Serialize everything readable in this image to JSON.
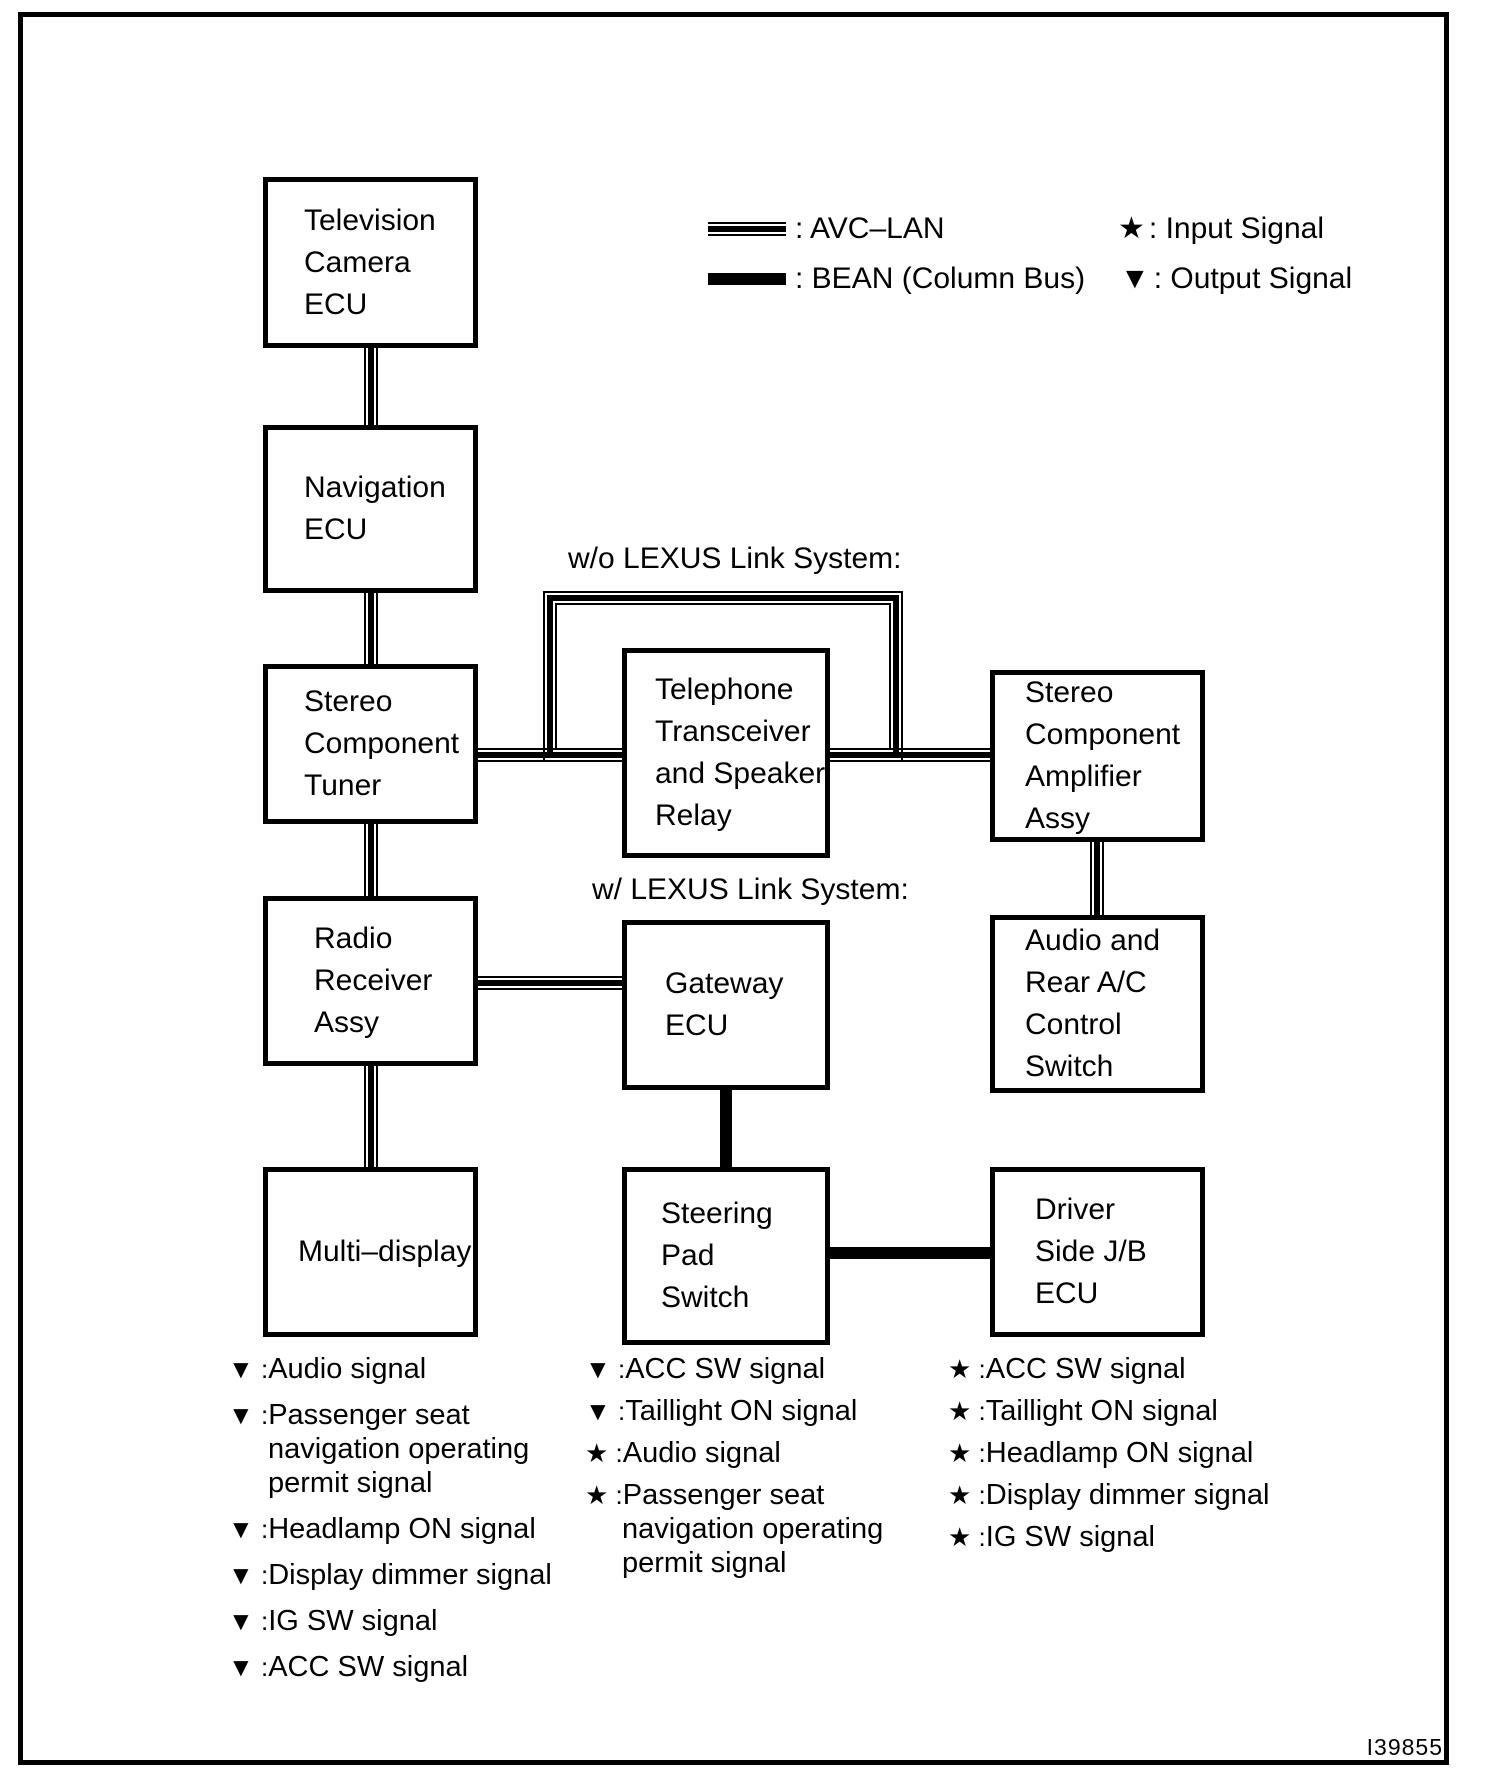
{
  "legend": {
    "avc_label": ": AVC–LAN",
    "bean_label": ": BEAN (Column Bus)",
    "input_icon": "★",
    "input_label": ": Input Signal",
    "output_icon": "▼",
    "output_label": ": Output Signal"
  },
  "annotations": {
    "without_lexus": "w/o LEXUS Link System:",
    "with_lexus": "w/ LEXUS Link System:"
  },
  "boxes": {
    "tv_camera": {
      "lines": [
        "Television",
        "Camera",
        "ECU"
      ]
    },
    "navigation": {
      "lines": [
        "Navigation",
        "ECU"
      ]
    },
    "tuner": {
      "lines": [
        "Stereo",
        "Component",
        "Tuner"
      ]
    },
    "telephone": {
      "lines": [
        "Telephone",
        "Transceiver",
        "and Speaker",
        "Relay"
      ]
    },
    "amplifier": {
      "lines": [
        "Stereo",
        "Component",
        "Amplifier",
        "Assy"
      ]
    },
    "radio": {
      "lines": [
        "Radio",
        "Receiver",
        "Assy"
      ]
    },
    "gateway": {
      "lines": [
        "Gateway",
        "ECU"
      ]
    },
    "audio_rear_ac": {
      "lines": [
        "Audio and",
        "Rear A/C",
        "Control",
        "Switch"
      ]
    },
    "multi_display": {
      "lines": [
        "Multi–display"
      ]
    },
    "steering": {
      "lines": [
        "Steering",
        "Pad",
        "Switch"
      ]
    },
    "driver_jb": {
      "lines": [
        "Driver",
        "Side J/B",
        "ECU"
      ]
    }
  },
  "signals": {
    "left": [
      {
        "marker": "▼ :",
        "text": "Audio signal"
      },
      {
        "marker": "▼ :",
        "text": "Passenger seat"
      },
      {
        "marker": "",
        "text": "navigation operating"
      },
      {
        "marker": "",
        "text": "permit signal"
      },
      {
        "marker": "▼ :",
        "text": "Headlamp ON signal"
      },
      {
        "marker": "▼ :",
        "text": "Display dimmer signal"
      },
      {
        "marker": "▼ :",
        "text": "IG SW signal"
      },
      {
        "marker": "▼ :",
        "text": "ACC SW signal"
      }
    ],
    "middle": [
      {
        "marker": "▼ :",
        "text": "ACC SW signal"
      },
      {
        "marker": "▼ :",
        "text": "Taillight ON signal"
      },
      {
        "marker": "★ :",
        "text": "Audio signal"
      },
      {
        "marker": "★ :",
        "text": "Passenger seat"
      },
      {
        "marker": "",
        "text": "navigation operating"
      },
      {
        "marker": "",
        "text": "permit signal"
      }
    ],
    "right": [
      {
        "marker": "★ :",
        "text": "ACC SW signal"
      },
      {
        "marker": "★ :",
        "text": "Taillight ON signal"
      },
      {
        "marker": "★ :",
        "text": "Headlamp ON signal"
      },
      {
        "marker": "★ :",
        "text": "Display dimmer signal"
      },
      {
        "marker": "★ :",
        "text": "IG SW signal"
      }
    ]
  },
  "footer": {
    "figure_id": "I39855"
  },
  "colors": {
    "ink": "#000000",
    "paper": "#ffffff"
  }
}
